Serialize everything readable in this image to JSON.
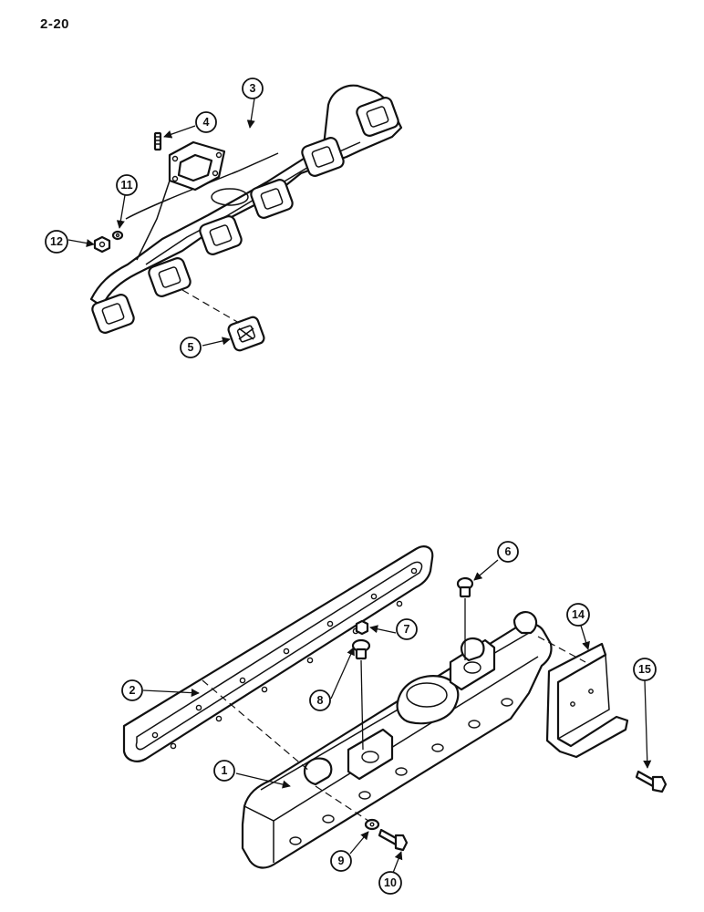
{
  "page": {
    "number": "2-20"
  },
  "callouts": [
    {
      "label": "1"
    },
    {
      "label": "2"
    },
    {
      "label": "3"
    },
    {
      "label": "4"
    },
    {
      "label": "5"
    },
    {
      "label": "6"
    },
    {
      "label": "7"
    },
    {
      "label": "8"
    },
    {
      "label": "9"
    },
    {
      "label": "10"
    },
    {
      "label": "11"
    },
    {
      "label": "12"
    },
    {
      "label": "14"
    },
    {
      "label": "15"
    }
  ],
  "colors": {
    "ink": "#111111",
    "paper": "#ffffff"
  }
}
